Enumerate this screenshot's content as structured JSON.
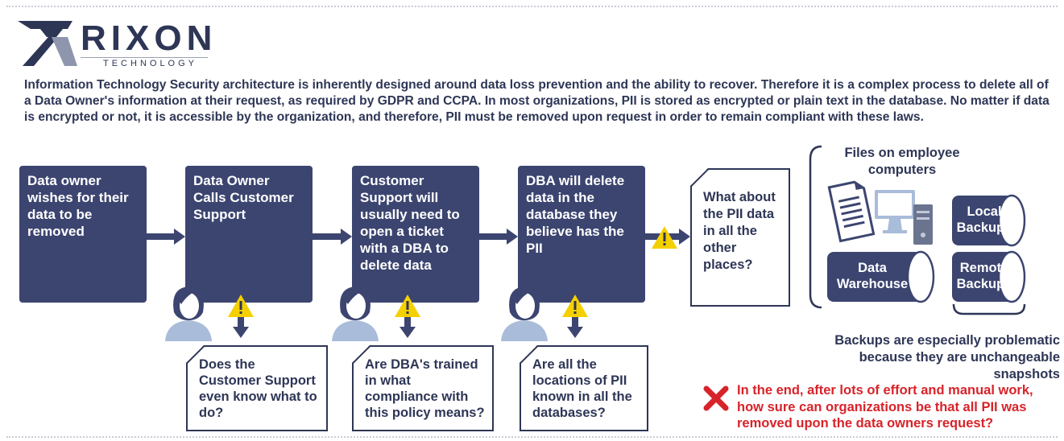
{
  "brand": {
    "name": "RIXON",
    "tagline": "TECHNOLOGY"
  },
  "intro": "Information Technology Security architecture is inherently designed around data loss prevention and the ability to recover. Therefore it is a complex process to delete all of a Data Owner's information at their request, as required by GDPR and CCPA. In most organizations, PII is stored as encrypted or plain text in the database. No matter if data is encrypted or not, it is accessible by the organization, and therefore, PII must be removed upon request in order to remain compliant with these laws.",
  "steps": [
    "Data owner wishes for their data to be removed",
    "Data Owner Calls Customer Support",
    "Customer Support will usually need to open a ticket with a DBA to delete data",
    "DBA will delete data in the database they believe has the PII"
  ],
  "questions": [
    "Does the Customer Support even know what to do?",
    "Are DBA's trained in what compliance with this policy means?",
    "Are all the locations of PII known in all the databases?"
  ],
  "side_question": "What about the PII data in all the other places?",
  "files_label": "Files on employee computers",
  "storage": {
    "data_warehouse": "Data Warehouse",
    "local_backups": "Local Backups",
    "remote_backups": "Remote Backups"
  },
  "backups_note": "Backups are especially problematic because they are unchangeable snapshots",
  "conclusion": "In the end, after lots of effort and manual work, how sure can organizations be that all PII was removed upon the data owners request?",
  "colors": {
    "navy": "#3c4570",
    "text": "#2e3656",
    "warning": "#f5d000",
    "avatar": "#a9bcd9",
    "red": "#d8232a"
  }
}
